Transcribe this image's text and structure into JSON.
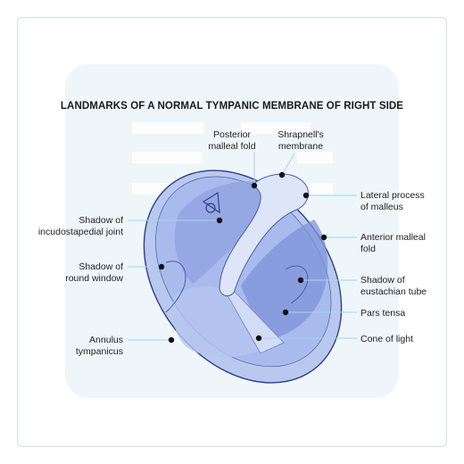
{
  "title": "LANDMARKS OF A NORMAL TYMPANIC MEMBRANE OF RIGHT SIDE",
  "colors": {
    "card_border": "#cfe3ee",
    "panel_bg": "#eef6fa",
    "membrane_outer": "#b9c8ee",
    "membrane_inner": "#9daee8",
    "membrane_dark": "#7f93da",
    "malleus": "#d9e4f7",
    "outline": "#2d3f8a",
    "leader_line": "#9fd6e8",
    "dot": "#111111"
  },
  "labels": {
    "posterior_malleal_fold": "Posterior\nmalleal fold",
    "shrapnells_membrane": "Shrapnell's\nmembrane",
    "lateral_process": "Lateral process\nof malleus",
    "anterior_malleal_fold": "Anterior malleal\nfold",
    "eustachian_tube": "Shadow of\neustachian tube",
    "pars_tensa": "Pars tensa",
    "cone_of_light": "Cone of light",
    "incudostapedial": "Shadow of\nincudostapedial joint",
    "round_window": "Shadow of\nround window",
    "annulus": "Annulus\ntympanicus"
  }
}
